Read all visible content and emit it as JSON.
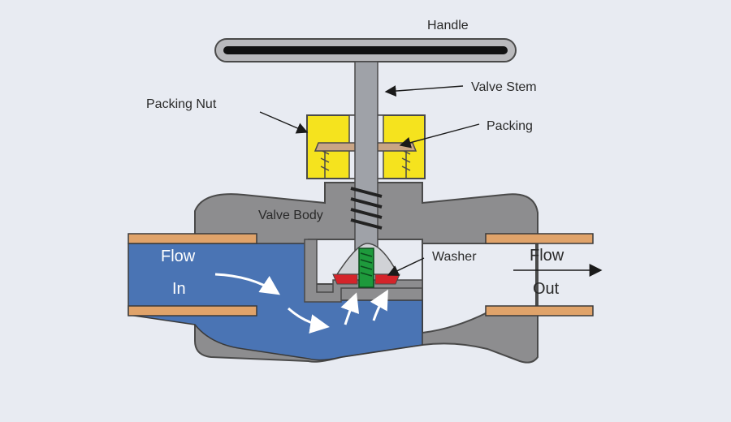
{
  "labels": {
    "handle": "Handle",
    "valve_stem": "Valve Stem",
    "packing_nut": "Packing Nut",
    "packing": "Packing",
    "valve_body": "Valve Body",
    "washer": "Washer",
    "flow_in_1": "Flow",
    "flow_in_2": "In",
    "flow_out_1": "Flow",
    "flow_out_2": "Out"
  },
  "colors": {
    "background": "#e8ebf2",
    "body_gray": "#8d8d8f",
    "water_blue": "#4a74b4",
    "pipe_orange": "#e0a36a",
    "nut_yellow": "#f5e31e",
    "packing_tan": "#c9a585",
    "washer_red": "#d4242a",
    "seal_green": "#1e9a3c"
  }
}
